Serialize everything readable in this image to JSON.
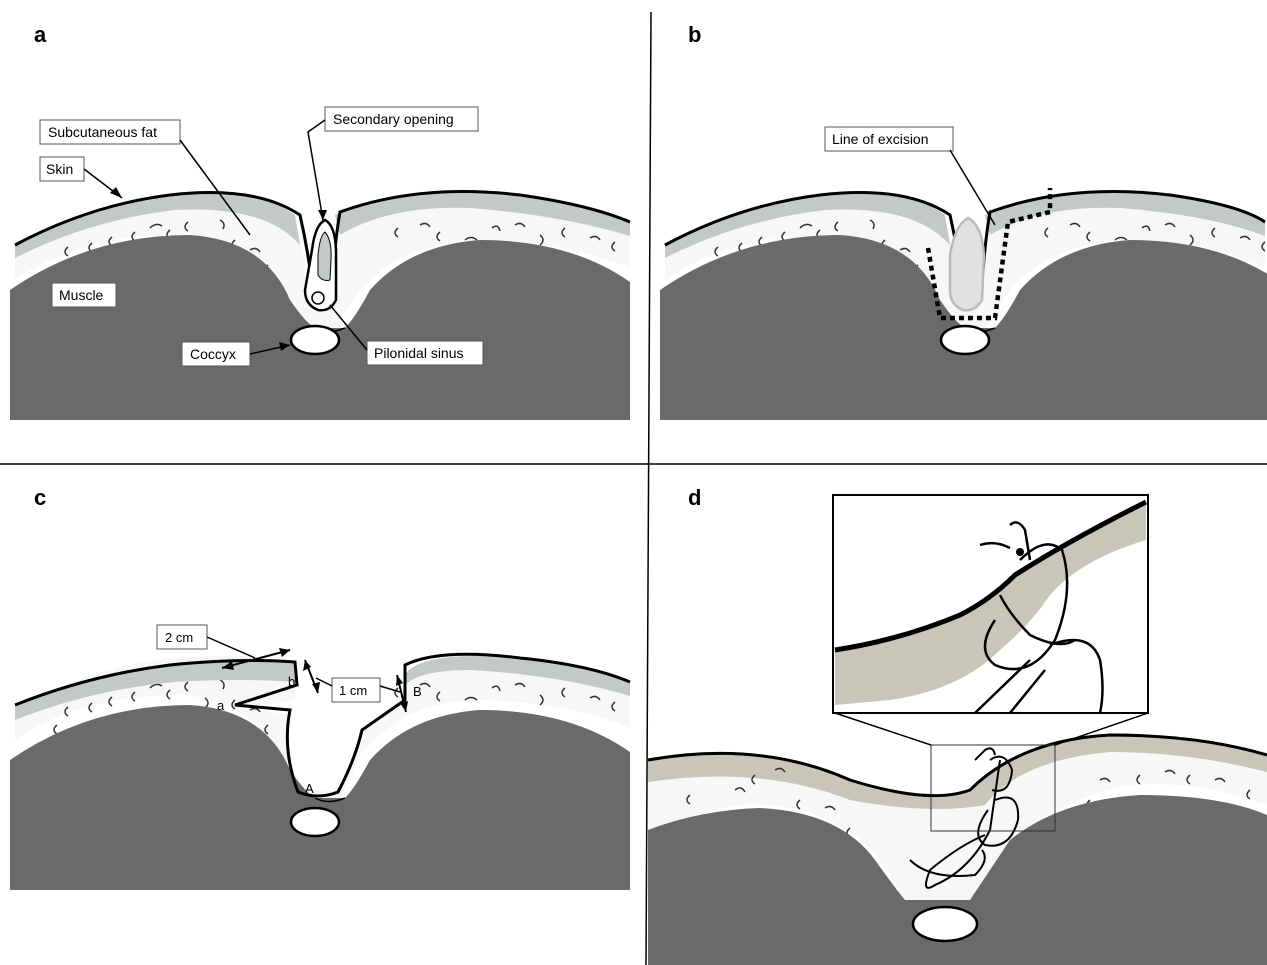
{
  "panels": {
    "a": {
      "letter": "a",
      "labels": {
        "subcutaneous_fat": "Subcutaneous fat",
        "secondary_opening": "Secondary opening",
        "skin": "Skin",
        "muscle": "Muscle",
        "coccyx": "Coccyx",
        "pilonidal_sinus": "Pilonidal sinus"
      }
    },
    "b": {
      "letter": "b",
      "labels": {
        "line_of_excision": "Line of excision"
      }
    },
    "c": {
      "letter": "c",
      "labels": {
        "two_cm": "2 cm",
        "one_cm": "1 cm",
        "point_a_lower": "a",
        "point_b_lower": "b",
        "point_A_upper": "A",
        "point_B_upper": "B"
      }
    },
    "d": {
      "letter": "d"
    }
  },
  "colors": {
    "muscle": "#6b6a6a",
    "skin_band_grey": "#c3c9c6",
    "skin_band_tan": "#c8c6b8",
    "skin_line": "#000000",
    "excision_line": "#000000"
  }
}
